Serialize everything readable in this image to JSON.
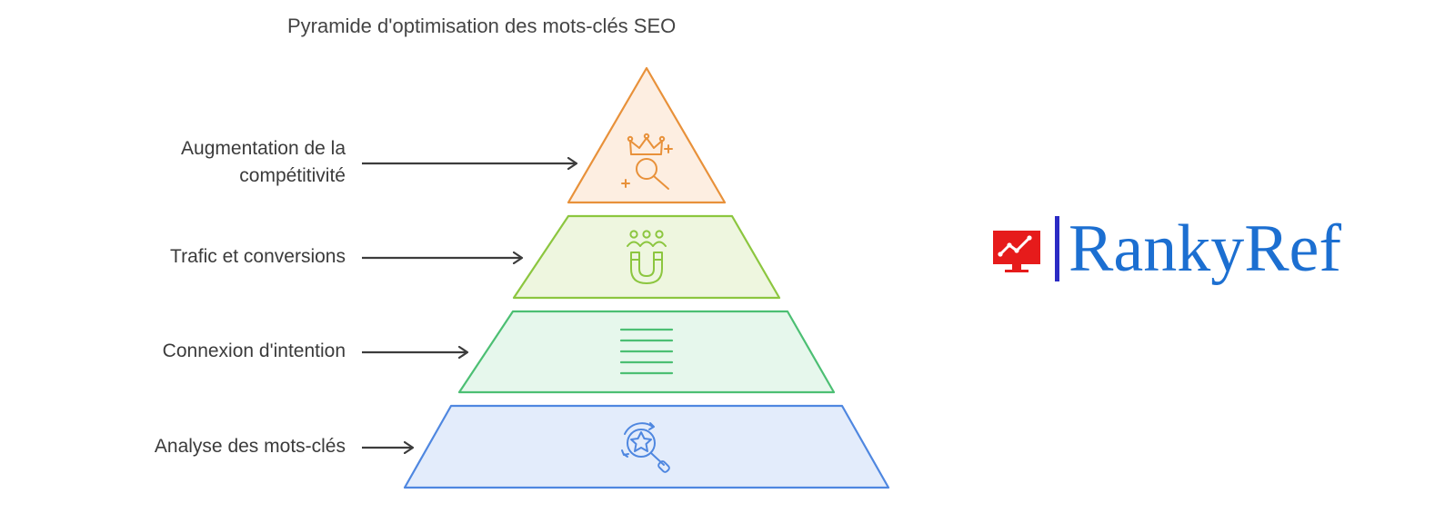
{
  "title": "Pyramide d'optimisation des mots-clés SEO",
  "levels": [
    {
      "label_line1": "Augmentation de la",
      "label_line2": "compétitivité",
      "icon": "crown-magnifier-icon",
      "color": "#e8913a",
      "fill": "#fdeee1"
    },
    {
      "label": "Trafic et conversions",
      "icon": "people-magnet-icon",
      "color": "#8cc63f",
      "fill": "#eef6df"
    },
    {
      "label": "Connexion d'intention",
      "icon": "lines-list-icon",
      "color": "#4cbf73",
      "fill": "#e6f7ec"
    },
    {
      "label": "Analyse des mots-clés",
      "icon": "star-search-cycle-icon",
      "color": "#4f87e0",
      "fill": "#e3ecfb"
    }
  ],
  "arrow_color": "#3c3c3c",
  "brand": {
    "name": "RankyRef",
    "icon": "monitor-chart-icon",
    "icon_color": "#e61b1b",
    "bar_color": "#2b2bc4",
    "text_color": "#1c6fd1"
  }
}
